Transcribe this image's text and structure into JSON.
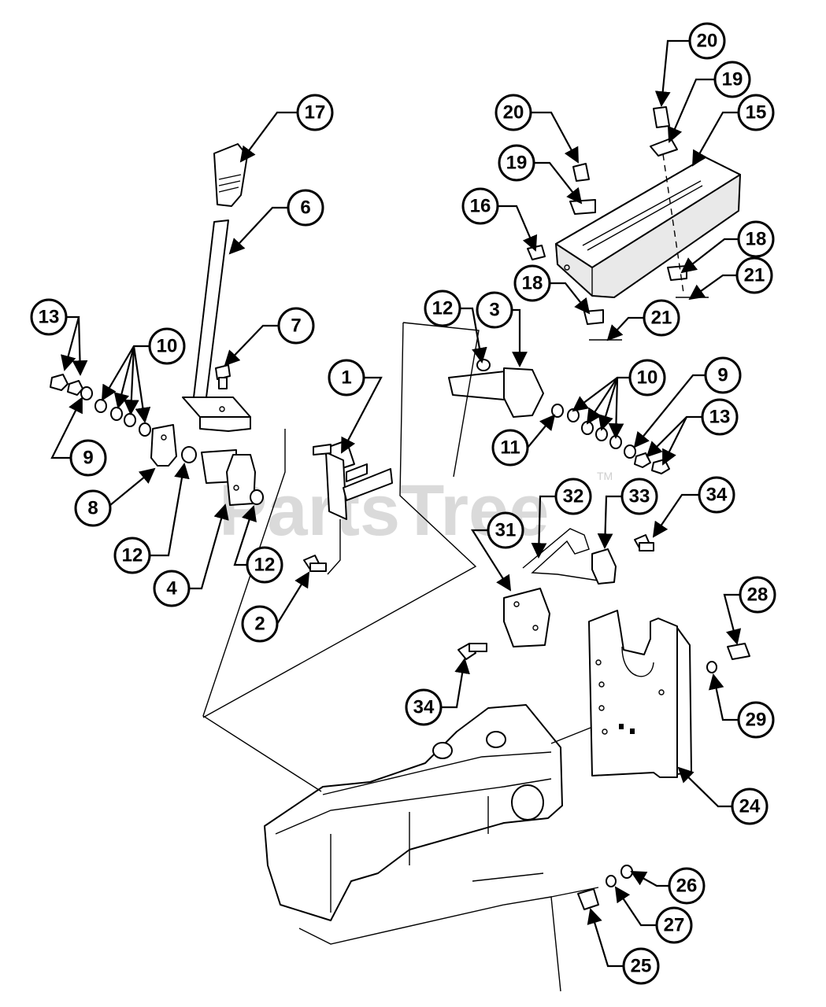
{
  "watermark": {
    "text": "PartsTree",
    "tm": "TM"
  },
  "callouts": [
    "13",
    "10",
    "9",
    "8",
    "12",
    "4",
    "12",
    "2",
    "1",
    "17",
    "6",
    "7",
    "12",
    "3",
    "11",
    "10",
    "9",
    "13",
    "16",
    "20",
    "19",
    "20",
    "19",
    "15",
    "18",
    "18",
    "21",
    "21",
    "31",
    "32",
    "33",
    "34",
    "34",
    "28",
    "29",
    "24",
    "26",
    "27",
    "25"
  ]
}
